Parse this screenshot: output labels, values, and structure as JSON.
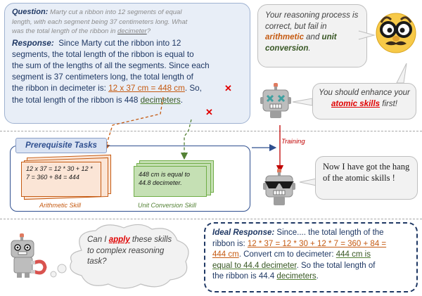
{
  "question": {
    "label": "Question:",
    "text1": "Marty cut a ribbon into 12 segments of equal",
    "text2": "length, with each segment being 37 centimeters long. What",
    "text3a": "was the total length of the ribbon in ",
    "text3b": "decimeter",
    "text3c": "?"
  },
  "response": {
    "label": "Response:",
    "line1": "Since Marty cut the ribbon into 12",
    "line2": "segments, the total length of the ribbon is equal to",
    "line3": "the sum of the lengths of all the segments. Since each",
    "line4": "segment is 37 centimeters long, the total length of",
    "line5a": "the ribbon in decimeter is: ",
    "line5b": "12 x 37 cm = 448 cm",
    "line5c": ". So,",
    "line6a": "the total length of the ribbon is 448 ",
    "line6b": "decimeters",
    "line6c": "."
  },
  "feedback": {
    "part1": "Your reasoning process is correct, but fail in ",
    "arith": "arithmetic",
    "and": " and ",
    "unit": "unit conversion",
    "end": "."
  },
  "enhance": {
    "part1": "You should enhance your ",
    "atomic": "atomic skills",
    "end": " first!"
  },
  "prerequisite": {
    "title": "Prerequisite Tasks",
    "arith_card": "12 x 37 = 12 * 30 + 12 * 7 = 360 + 84 = 444",
    "arith_caption": "Arithmetic Skill",
    "unit_card": "448 cm is equal to 44.8 decimeter.",
    "unit_caption": "Unit Conversion Skill"
  },
  "training_label": "Training",
  "learned": "Now I have got the hang of the atomic skills !",
  "thought": {
    "part1": "Can I ",
    "apply": "apply",
    "part2": " these skills to complex reasoning task?"
  },
  "ideal": {
    "label": "Ideal Response:",
    "l1": " Since.... the total length of the",
    "l2a": "ribbon is: ",
    "l2b": "12 * 37 = 12 * 30 + 12 * 7 = 360 + 84 =",
    "l3a": "444 cm",
    "l3b": ". Convert cm to decimeter: ",
    "l3c": "444 cm is",
    "l4a": "equal to 44.4 decimeter",
    "l4b": ". So the total length of",
    "l5a": "the ribbon is 44.4 ",
    "l5b": "decimeters",
    "l5c": "."
  },
  "colors": {
    "navy": "#1f3864",
    "orange": "#c55a11",
    "green": "#548235",
    "red": "#e00000"
  }
}
